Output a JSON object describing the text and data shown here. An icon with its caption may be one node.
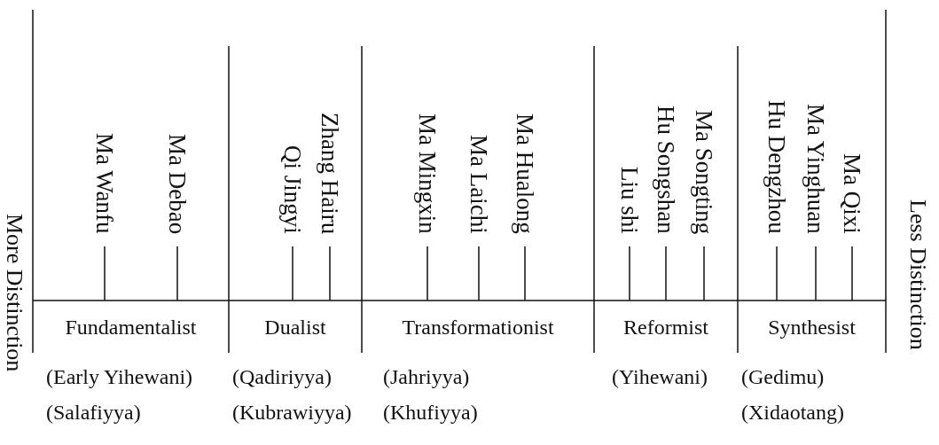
{
  "diagram": {
    "nodes": [
      {
        "text": [
          "Fundamentalist"
        ],
        "beside": [
          "(Early Yihewani)",
          "(Salafiyya)"
        ]
      },
      {
        "text": [
          "Dualist"
        ],
        "beside": [
          "(Qadiriyya)",
          "(Kubrawiyya)"
        ]
      },
      {
        "text": [
          "Transformationist"
        ],
        "beside": [
          "(Jahriyya)",
          "(Khufiyya)"
        ]
      },
      {
        "text": [
          "Reformist"
        ],
        "beside": [
          "(Yihewani)"
        ]
      },
      {
        "text": [
          "Synthesist"
        ],
        "beside": [
          "(Gedimu)",
          "(Xidaotang)"
        ]
      },
      {
        "text": [
          "Ma Wanfu"
        ]
      },
      {
        "text": [
          "Ma Debao"
        ]
      },
      {
        "text": [
          "Qi Jingyi"
        ]
      },
      {
        "text": [
          "Zhang Hairu"
        ]
      },
      {
        "text": [
          "Ma Mingxin"
        ]
      },
      {
        "text": [
          "Ma Laichi"
        ]
      },
      {
        "text": [
          "Ma Hualong"
        ]
      },
      {
        "text": [
          "Liu shi"
        ]
      },
      {
        "text": [
          "Hu Songshan"
        ]
      },
      {
        "text": [
          "Ma Songting"
        ]
      },
      {
        "text": [
          "Hu Dengzhou"
        ]
      },
      {
        "text": [
          "Ma Yinghuan"
        ]
      },
      {
        "text": [
          "Ma Qixi"
        ]
      }
    ],
    "edges": [
      {
        "from": 5,
        "to": 0,
        "arrow": "none"
      },
      {
        "from": 6,
        "to": 0,
        "arrow": "none"
      },
      {
        "from": 7,
        "to": 1,
        "arrow": "none"
      },
      {
        "from": 8,
        "to": 1,
        "arrow": "none"
      },
      {
        "from": 9,
        "to": 2,
        "arrow": "none"
      },
      {
        "from": 10,
        "to": 2,
        "arrow": "none"
      },
      {
        "from": 11,
        "to": 2,
        "arrow": "none"
      },
      {
        "from": 12,
        "to": 3,
        "arrow": "none"
      },
      {
        "from": 13,
        "to": 3,
        "arrow": "none"
      },
      {
        "from": 14,
        "to": 3,
        "arrow": "none"
      },
      {
        "from": 15,
        "to": 4,
        "arrow": "none"
      },
      {
        "from": 16,
        "to": 4,
        "arrow": "none"
      },
      {
        "from": 17,
        "to": 4,
        "arrow": "none"
      }
    ],
    "labels": [
      "More Distinction",
      "Less Distinction"
    ]
  }
}
